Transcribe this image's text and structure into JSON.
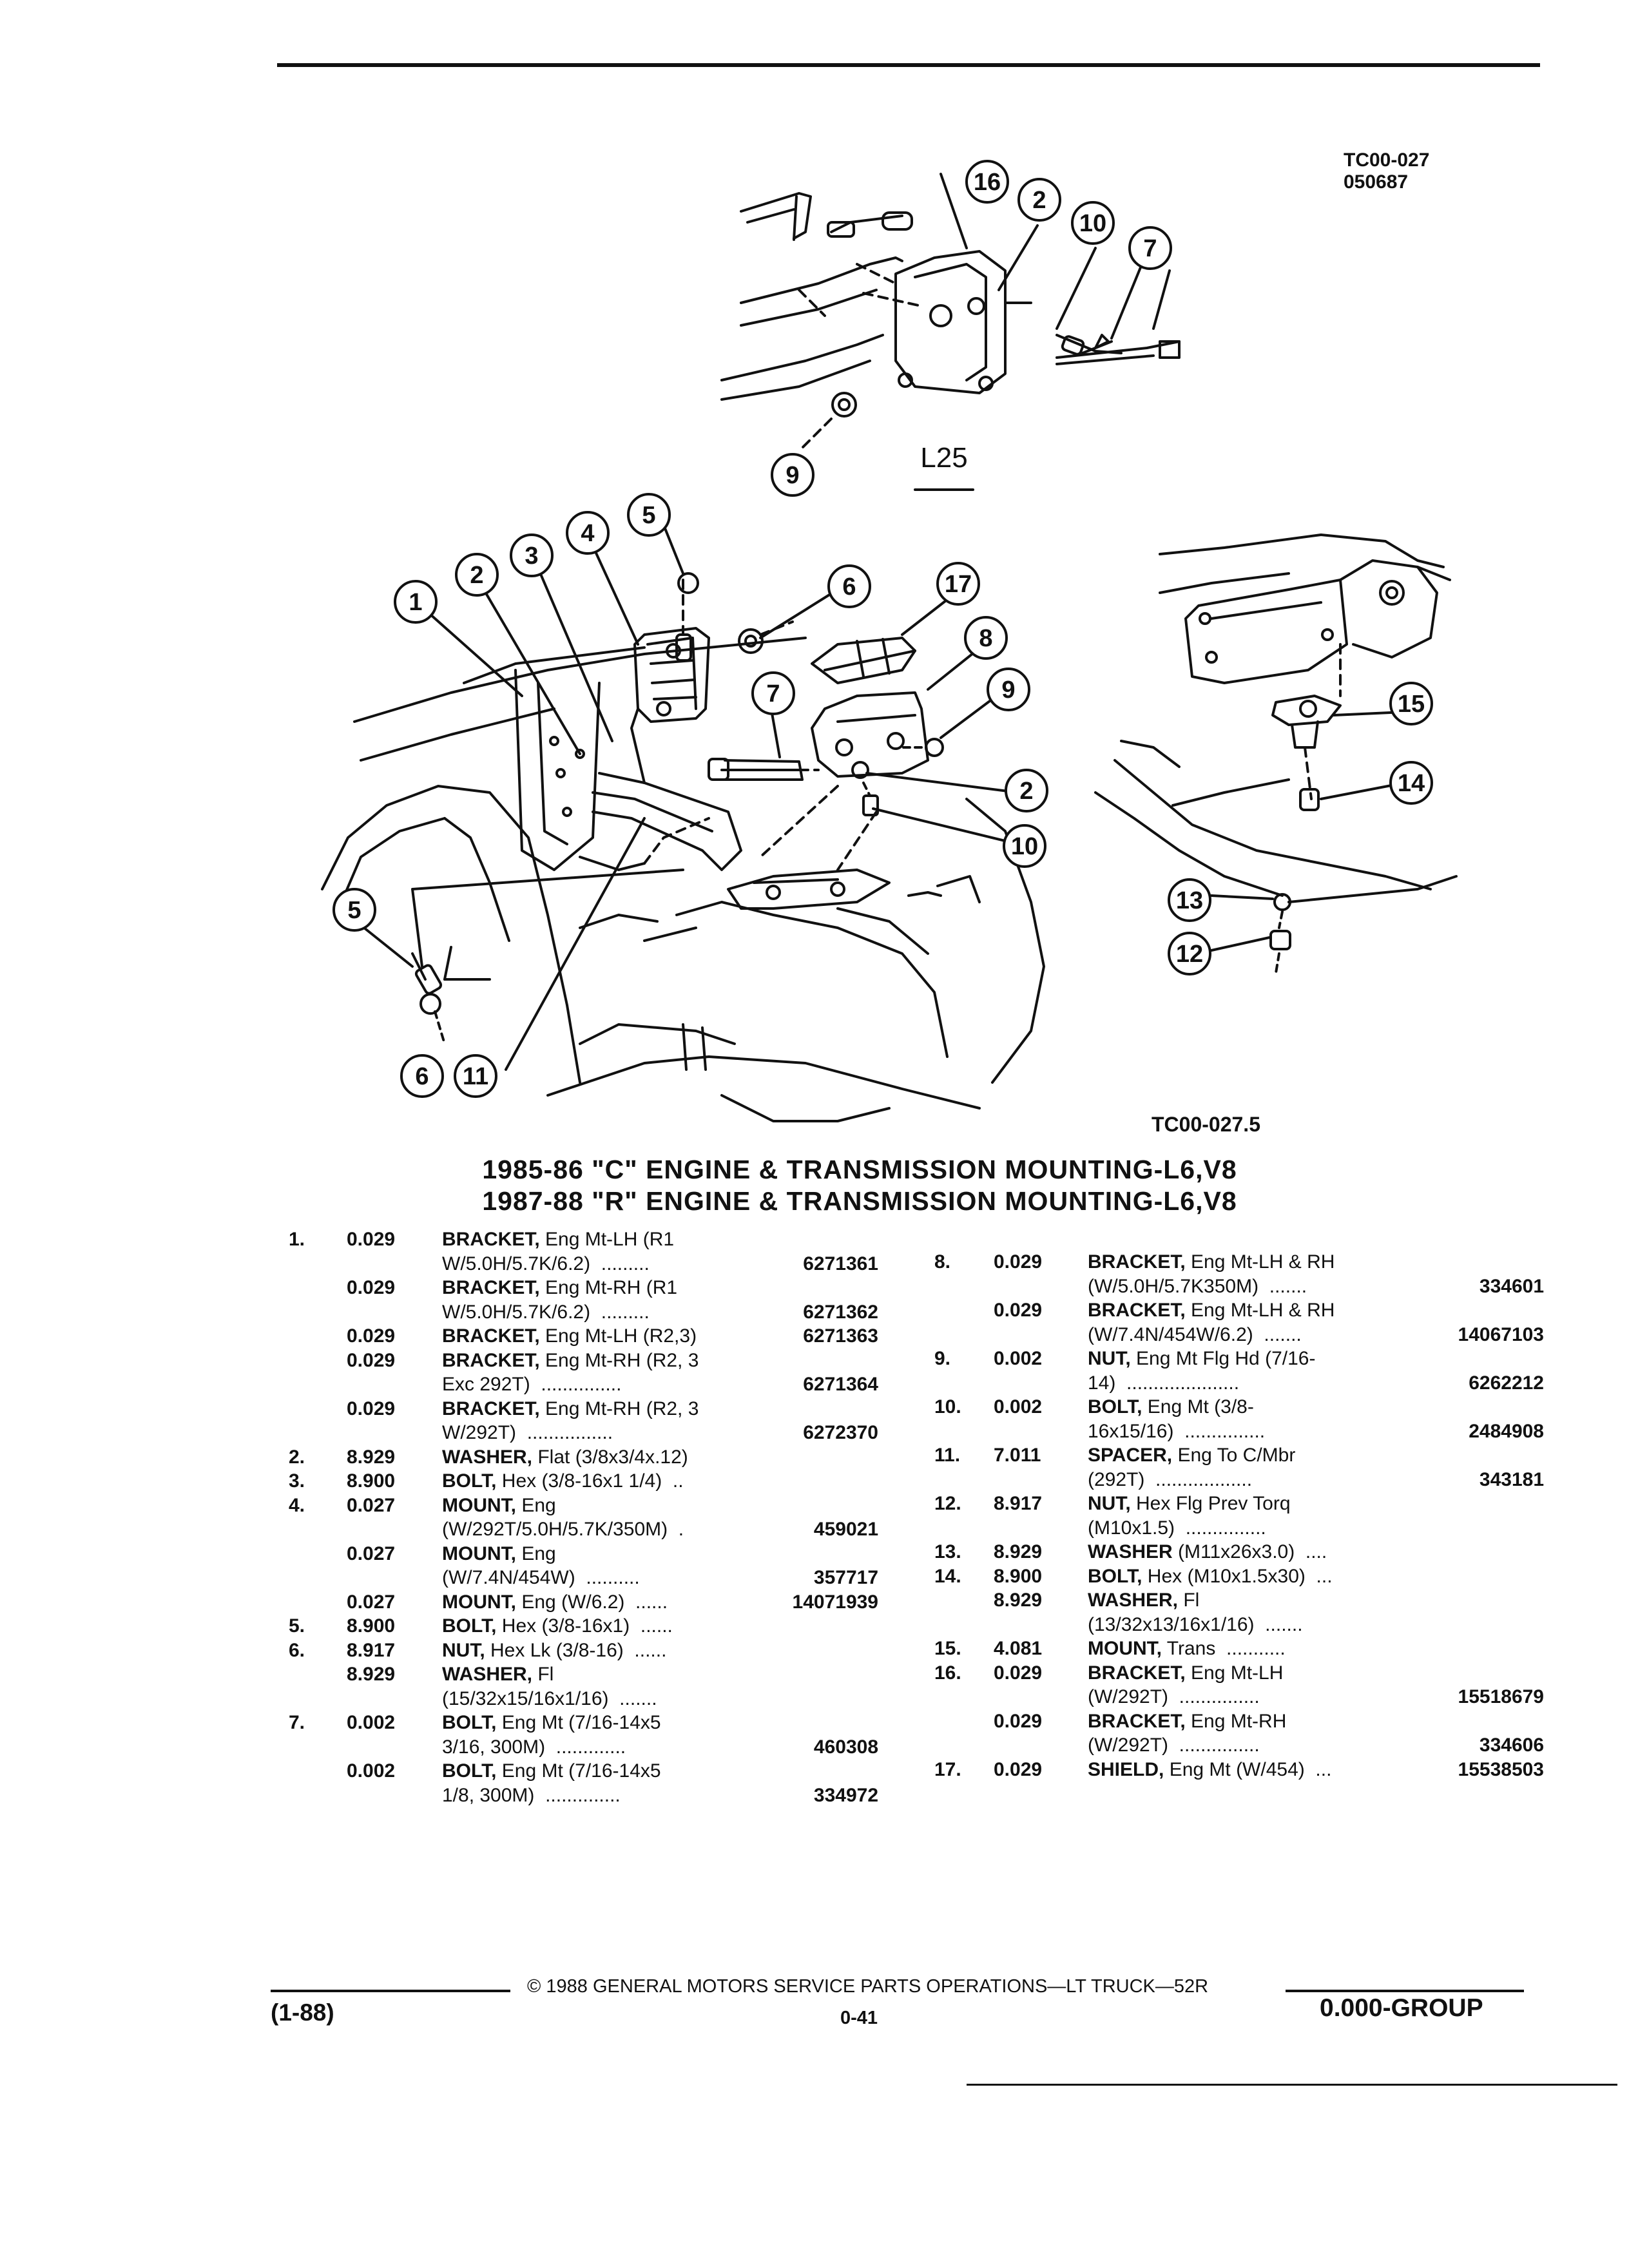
{
  "header": {
    "ref_code_1": "TC00-027",
    "ref_code_2": "050687",
    "engine_code": "L25",
    "ref_code_3": "TC00-027.5"
  },
  "title": {
    "line1": "1985-86 \"C\" ENGINE & TRANSMISSION MOUNTING-L6,V8",
    "line2": "1987-88 \"R\" ENGINE & TRANSMISSION MOUNTING-L6,V8"
  },
  "callouts": {
    "top": [
      "16",
      "2",
      "10",
      "7",
      "9"
    ],
    "main": [
      "1",
      "2",
      "3",
      "4",
      "5",
      "6",
      "17",
      "8",
      "7",
      "9",
      "2",
      "10",
      "5",
      "6",
      "11"
    ],
    "right": [
      "15",
      "14",
      "13",
      "12"
    ]
  },
  "parts_left": [
    {
      "num": "1.",
      "qty": "0.029",
      "name": "BRACKET,",
      "desc": " Eng Mt-LH (R1",
      "pn": ""
    },
    {
      "num": "",
      "qty": "",
      "name": "",
      "desc": "W/5.0H/5.7K/6.2)  .........",
      "pn": "6271361"
    },
    {
      "num": "",
      "qty": "0.029",
      "name": "BRACKET,",
      "desc": " Eng Mt-RH (R1",
      "pn": ""
    },
    {
      "num": "",
      "qty": "",
      "name": "",
      "desc": "W/5.0H/5.7K/6.2)  .........",
      "pn": "6271362"
    },
    {
      "num": "",
      "qty": "0.029",
      "name": "BRACKET,",
      "desc": " Eng Mt-LH (R2,3)",
      "pn": "6271363"
    },
    {
      "num": "",
      "qty": "0.029",
      "name": "BRACKET,",
      "desc": " Eng Mt-RH (R2, 3",
      "pn": ""
    },
    {
      "num": "",
      "qty": "",
      "name": "",
      "desc": "Exc 292T)  ...............",
      "pn": "6271364"
    },
    {
      "num": "",
      "qty": "0.029",
      "name": "BRACKET,",
      "desc": " Eng Mt-RH (R2, 3",
      "pn": ""
    },
    {
      "num": "",
      "qty": "",
      "name": "",
      "desc": "W/292T)  ................",
      "pn": "6272370"
    },
    {
      "num": "2.",
      "qty": "8.929",
      "name": "WASHER,",
      "desc": " Flat (3/8x3/4x.12)",
      "pn": ""
    },
    {
      "num": "3.",
      "qty": "8.900",
      "name": "BOLT,",
      "desc": " Hex (3/8-16x1 1/4)  ..",
      "pn": ""
    },
    {
      "num": "4.",
      "qty": "0.027",
      "name": "MOUNT,",
      "desc": " Eng",
      "pn": ""
    },
    {
      "num": "",
      "qty": "",
      "name": "",
      "desc": "(W/292T/5.0H/5.7K/350M)  .",
      "pn": "459021"
    },
    {
      "num": "",
      "qty": "0.027",
      "name": "MOUNT,",
      "desc": " Eng",
      "pn": ""
    },
    {
      "num": "",
      "qty": "",
      "name": "",
      "desc": "(W/7.4N/454W)  ..........",
      "pn": "357717"
    },
    {
      "num": "",
      "qty": "0.027",
      "name": "MOUNT,",
      "desc": " Eng (W/6.2)  ......",
      "pn": "14071939"
    },
    {
      "num": "5.",
      "qty": "8.900",
      "name": "BOLT,",
      "desc": " Hex (3/8-16x1)  ......",
      "pn": ""
    },
    {
      "num": "6.",
      "qty": "8.917",
      "name": "NUT,",
      "desc": " Hex Lk (3/8-16)  ......",
      "pn": ""
    },
    {
      "num": "",
      "qty": "8.929",
      "name": "WASHER,",
      "desc": " Fl",
      "pn": ""
    },
    {
      "num": "",
      "qty": "",
      "name": "",
      "desc": "(15/32x15/16x1/16)  .......",
      "pn": ""
    },
    {
      "num": "7.",
      "qty": "0.002",
      "name": "BOLT,",
      "desc": " Eng Mt (7/16-14x5",
      "pn": ""
    },
    {
      "num": "",
      "qty": "",
      "name": "",
      "desc": "3/16, 300M)  .............",
      "pn": "460308"
    },
    {
      "num": "",
      "qty": "0.002",
      "name": "BOLT,",
      "desc": " Eng Mt (7/16-14x5",
      "pn": ""
    },
    {
      "num": "",
      "qty": "",
      "name": "",
      "desc": "1/8, 300M)  ..............",
      "pn": "334972"
    }
  ],
  "parts_right": [
    {
      "num": "8.",
      "qty": "0.029",
      "name": "BRACKET,",
      "desc": " Eng Mt-LH & RH",
      "pn": ""
    },
    {
      "num": "",
      "qty": "",
      "name": "",
      "desc": "(W/5.0H/5.7K350M)  .......",
      "pn": "334601"
    },
    {
      "num": "",
      "qty": "0.029",
      "name": "BRACKET,",
      "desc": " Eng Mt-LH & RH",
      "pn": ""
    },
    {
      "num": "",
      "qty": "",
      "name": "",
      "desc": "(W/7.4N/454W/6.2)  .......",
      "pn": "14067103"
    },
    {
      "num": "9.",
      "qty": "0.002",
      "name": "NUT,",
      "desc": " Eng Mt Flg Hd (7/16-",
      "pn": ""
    },
    {
      "num": "",
      "qty": "",
      "name": "",
      "desc": "14)  .....................",
      "pn": "6262212"
    },
    {
      "num": "10.",
      "qty": "0.002",
      "name": "BOLT,",
      "desc": " Eng Mt (3/8-",
      "pn": ""
    },
    {
      "num": "",
      "qty": "",
      "name": "",
      "desc": "16x15/16)  ...............",
      "pn": "2484908"
    },
    {
      "num": "11.",
      "qty": "7.011",
      "name": "SPACER,",
      "desc": " Eng To C/Mbr",
      "pn": ""
    },
    {
      "num": "",
      "qty": "",
      "name": "",
      "desc": "(292T)  ..................",
      "pn": "343181"
    },
    {
      "num": "12.",
      "qty": "8.917",
      "name": "NUT,",
      "desc": " Hex Flg Prev Torq",
      "pn": ""
    },
    {
      "num": "",
      "qty": "",
      "name": "",
      "desc": "(M10x1.5)  ...............",
      "pn": ""
    },
    {
      "num": "13.",
      "qty": "8.929",
      "name": "WASHER",
      "desc": " (M11x26x3.0)  ....",
      "pn": ""
    },
    {
      "num": "14.",
      "qty": "8.900",
      "name": "BOLT,",
      "desc": " Hex (M10x1.5x30)  ...",
      "pn": ""
    },
    {
      "num": "",
      "qty": "8.929",
      "name": "WASHER,",
      "desc": " Fl",
      "pn": ""
    },
    {
      "num": "",
      "qty": "",
      "name": "",
      "desc": "(13/32x13/16x1/16)  .......",
      "pn": ""
    },
    {
      "num": "15.",
      "qty": "4.081",
      "name": "MOUNT,",
      "desc": " Trans  ...........",
      "pn": ""
    },
    {
      "num": "16.",
      "qty": "0.029",
      "name": "BRACKET,",
      "desc": " Eng Mt-LH",
      "pn": ""
    },
    {
      "num": "",
      "qty": "",
      "name": "",
      "desc": "(W/292T)  ...............",
      "pn": "15518679"
    },
    {
      "num": "",
      "qty": "0.029",
      "name": "BRACKET,",
      "desc": " Eng Mt-RH",
      "pn": ""
    },
    {
      "num": "",
      "qty": "",
      "name": "",
      "desc": "(W/292T)  ...............",
      "pn": "334606"
    },
    {
      "num": "17.",
      "qty": "0.029",
      "name": "SHIELD,",
      "desc": " Eng Mt (W/454)  ...",
      "pn": "15538503"
    }
  ],
  "footer": {
    "copyright": "©  1988  GENERAL MOTORS SERVICE PARTS OPERATIONS—LT TRUCK—52R",
    "page": "0-41",
    "revision": "(1-88)",
    "group": "0.000-GROUP"
  }
}
